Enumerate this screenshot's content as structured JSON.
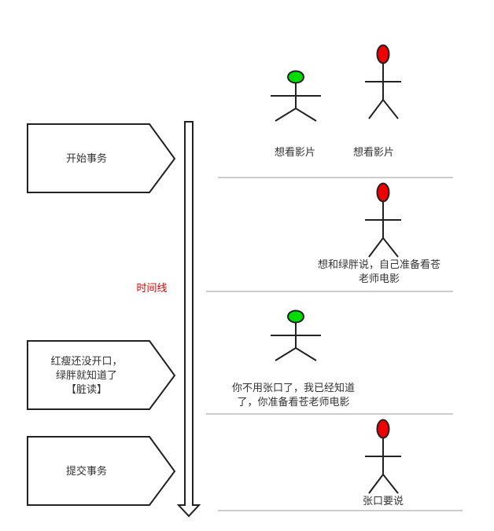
{
  "steps": [
    {
      "label": "开始事务"
    },
    {
      "lines": [
        "红瘦还没开口，",
        "绿胖就知道了",
        "【脏读】"
      ]
    },
    {
      "label": "提交事务"
    }
  ],
  "timeline": {
    "label": "时间线"
  },
  "scenes": [
    {
      "captions": [
        "想看影片",
        "想看影片"
      ]
    },
    {
      "lines": [
        "想和绿胖说，自己准备看苍",
        "老师电影"
      ]
    },
    {
      "lines": [
        "你不用张口了，我已经知道",
        "了，你准备看苍老师电影"
      ]
    },
    {
      "caption": "张口要说"
    }
  ],
  "colors": {
    "green_head": "#00dd00",
    "red_head": "#ee0000",
    "stroke": "#222222",
    "divider": "#999999",
    "timeline_label": "#e00000"
  },
  "icons": {
    "green_figure": "person-green-head-icon",
    "red_figure": "person-red-head-icon"
  }
}
